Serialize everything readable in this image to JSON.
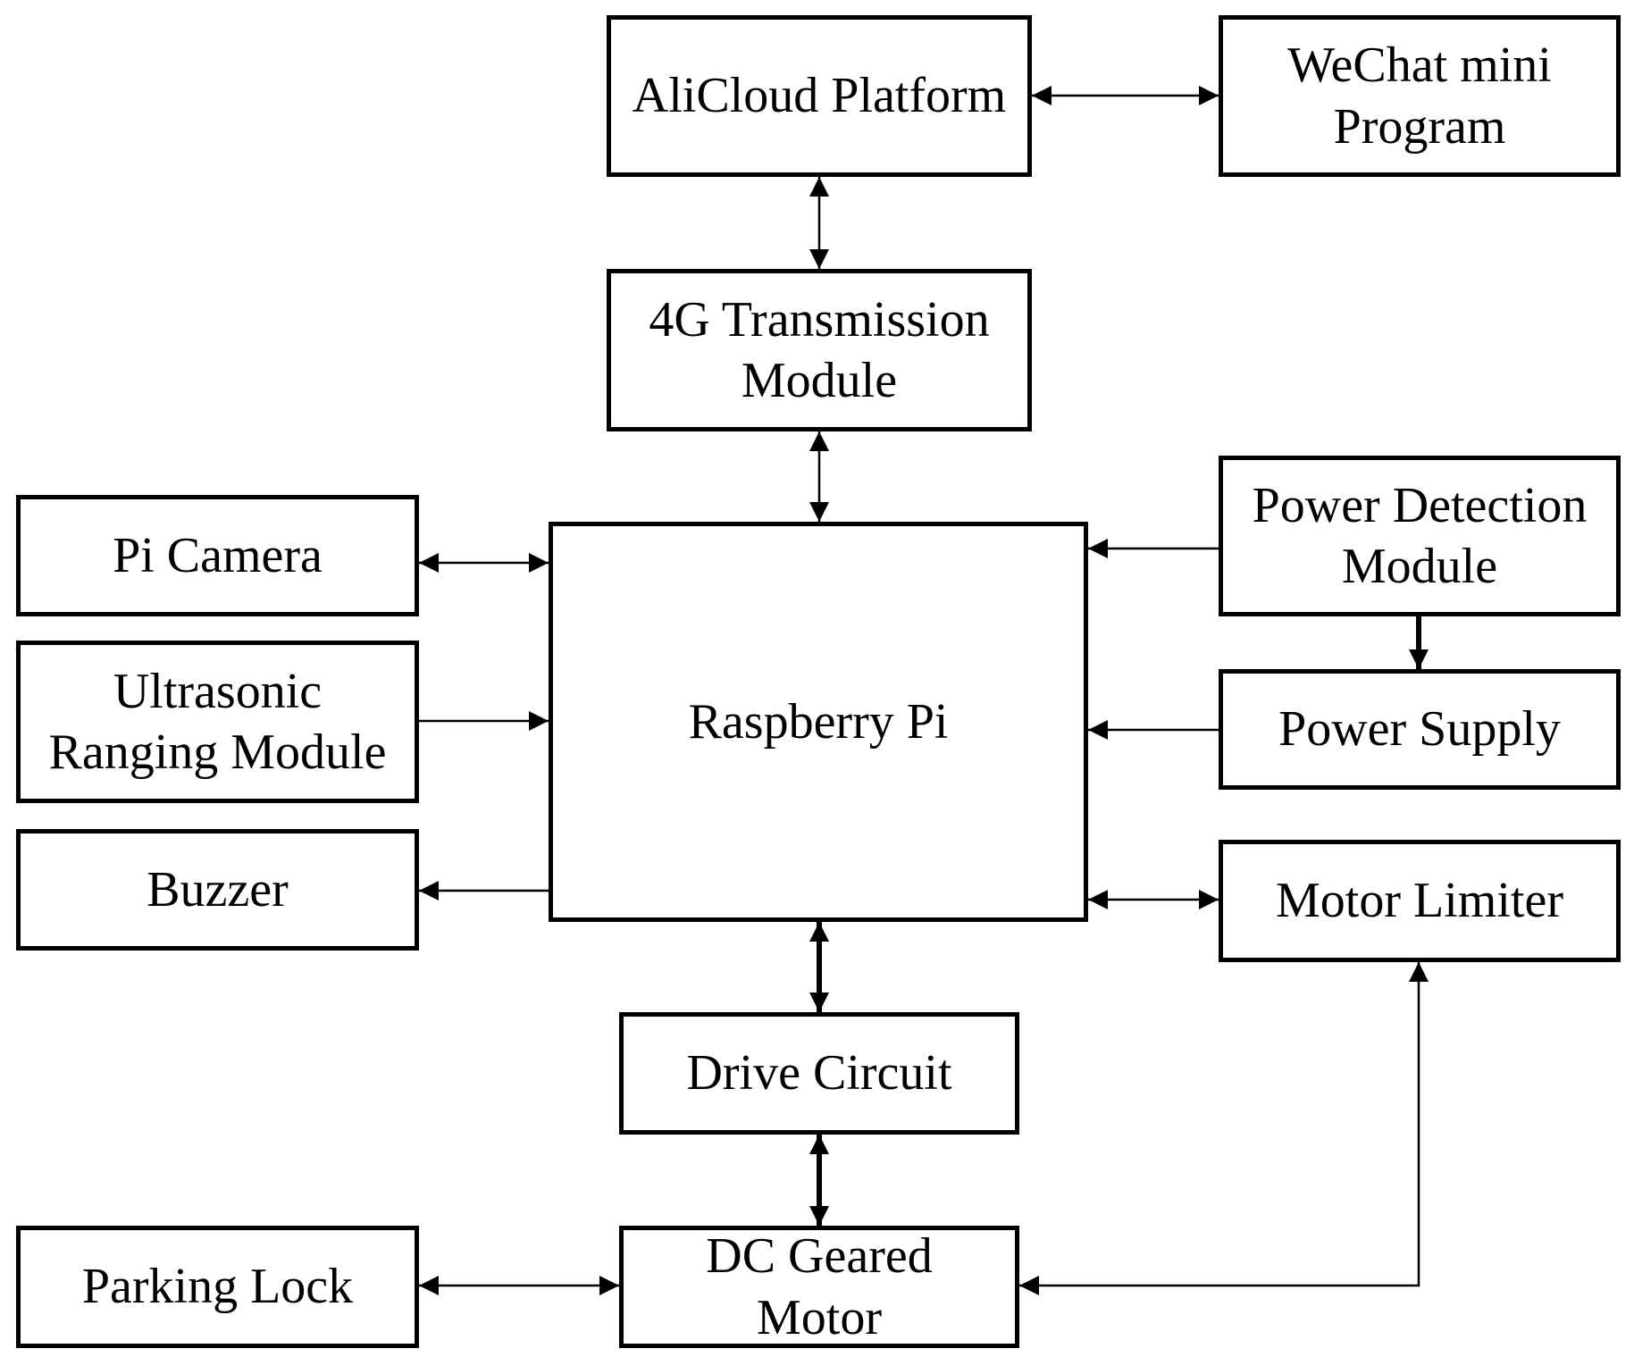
{
  "blocks": {
    "alicloud": "AliCloud Platform",
    "wechat": "WeChat mini\nProgram",
    "transmission": "4G Transmission\nModule",
    "camera": "Pi Camera",
    "ultrasonic": "Ultrasonic\nRanging Module",
    "buzzer": "Buzzer",
    "raspberry": "Raspberry Pi",
    "power_detection": "Power Detection\nModule",
    "power_supply": "Power Supply",
    "motor_limiter": "Motor Limiter",
    "drive": "Drive Circuit",
    "parking_lock": "Parking Lock",
    "dc_motor": "DC Geared\nMotor"
  }
}
